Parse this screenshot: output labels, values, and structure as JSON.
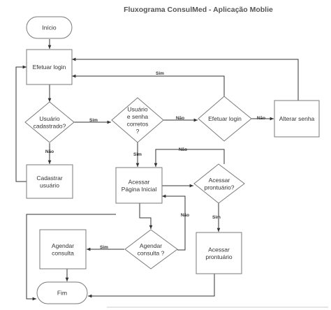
{
  "title": "Fluxograma ConsulMed - Aplicação Moblie",
  "nodes": {
    "inicio": {
      "lines": [
        "Início"
      ]
    },
    "efetuar_login": {
      "lines": [
        "Efetuar login"
      ]
    },
    "usuario_cadastrado": {
      "lines": [
        "Usuário",
        "cadastrado?"
      ]
    },
    "usuario_senha_corretos": {
      "lines": [
        "Usuário",
        "e senha",
        "corretos",
        "?"
      ]
    },
    "efetuar_login_2": {
      "lines": [
        "Efetuar login"
      ]
    },
    "alterar_senha": {
      "lines": [
        "Alterar senha"
      ]
    },
    "cadastrar_usuario": {
      "lines": [
        "Cadastrar",
        "usuário"
      ]
    },
    "acessar_pagina_inicial": {
      "lines": [
        "Acessar",
        "Página Inicial"
      ]
    },
    "acessar_prontuario_q": {
      "lines": [
        "Acessar",
        "prontuário?"
      ]
    },
    "agendar_consulta": {
      "lines": [
        "Agendar",
        "consulta"
      ]
    },
    "agendar_consulta_q": {
      "lines": [
        "Agendar",
        "consulta ?"
      ]
    },
    "acessar_prontuario": {
      "lines": [
        "Acessar",
        "prontuário"
      ]
    },
    "fim": {
      "lines": [
        "Fim"
      ]
    }
  },
  "edge_labels": {
    "sim_top": "Sim",
    "sim_cadastrado": "Sim",
    "nao_corretos": "Não",
    "nao_login2": "Não",
    "nao_cadastrado": "Não",
    "sim_corretos": "Sim",
    "nao_prontuario": "Não",
    "sim_prontuario": "Sim",
    "nao_agendar": "Não",
    "sim_agendar": "Sim"
  }
}
